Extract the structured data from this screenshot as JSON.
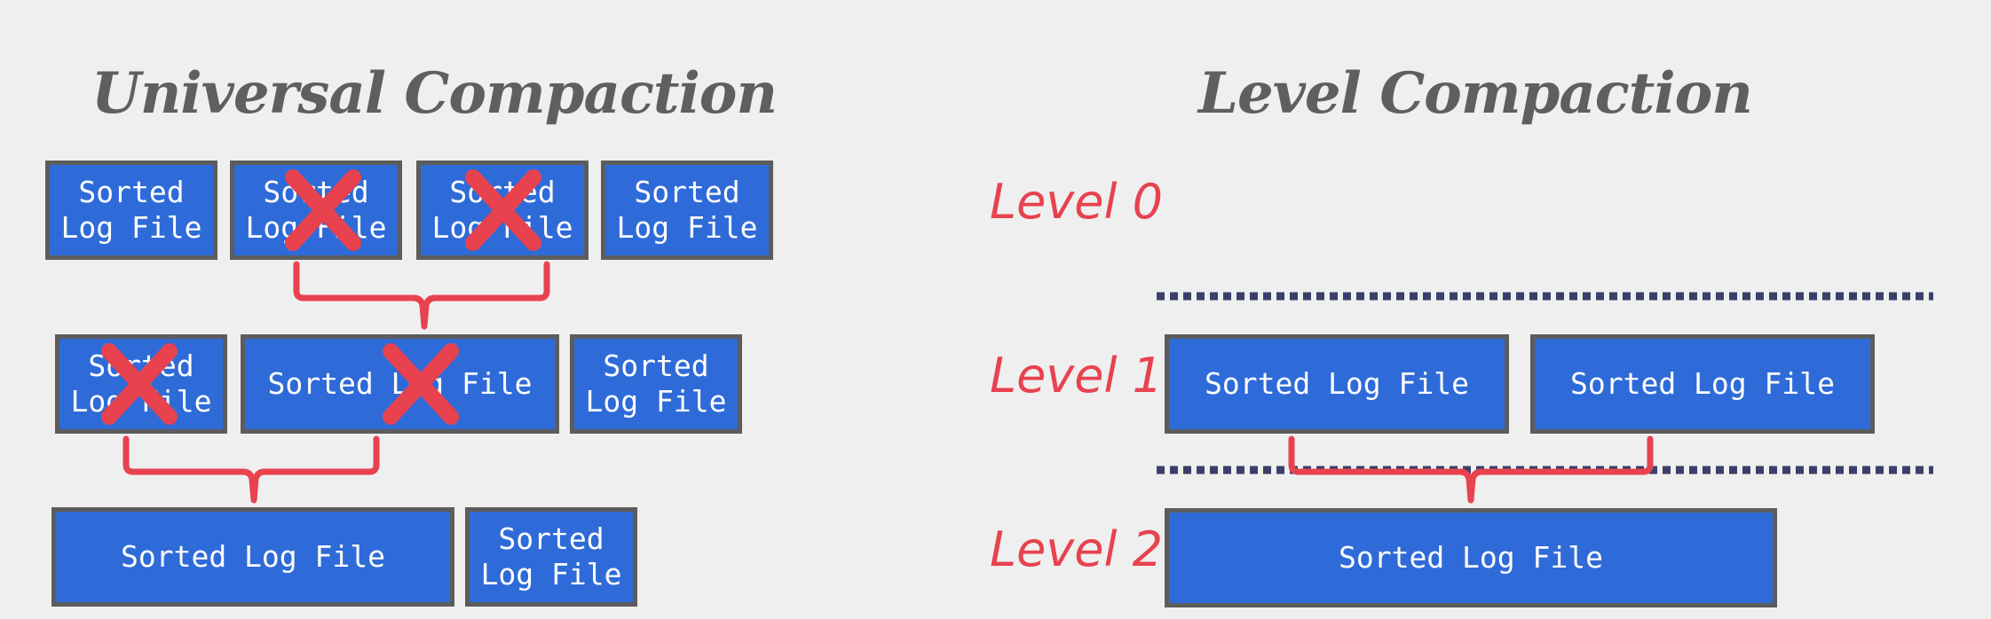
{
  "universal": {
    "title": "Universal Compaction",
    "row1": [
      {
        "line1": "Sorted",
        "line2": "Log File"
      },
      {
        "line1": "Sorted",
        "line2": "Log File"
      },
      {
        "line1": "Sorted",
        "line2": "Log File"
      },
      {
        "line1": "Sorted",
        "line2": "Log File"
      }
    ],
    "row2": [
      {
        "line1": "Sorted",
        "line2": "Log File"
      },
      {
        "text": "Sorted Log File"
      },
      {
        "line1": "Sorted",
        "line2": "Log File"
      }
    ],
    "row3": [
      {
        "text": "Sorted Log File"
      },
      {
        "line1": "Sorted",
        "line2": "Log File"
      }
    ]
  },
  "level": {
    "title": "Level Compaction",
    "labels": [
      "Level 0",
      "Level 1",
      "Level 2"
    ],
    "level1_files": [
      "Sorted Log File",
      "Sorted Log File"
    ],
    "level2_files": [
      "Sorted Log File"
    ]
  },
  "colors": {
    "file_fill": "#2f6bd8",
    "file_border": "#5c5c5c",
    "accent_red": "#e8424f",
    "divider": "#3a3f6a",
    "title_gray": "#5f5f5f"
  }
}
